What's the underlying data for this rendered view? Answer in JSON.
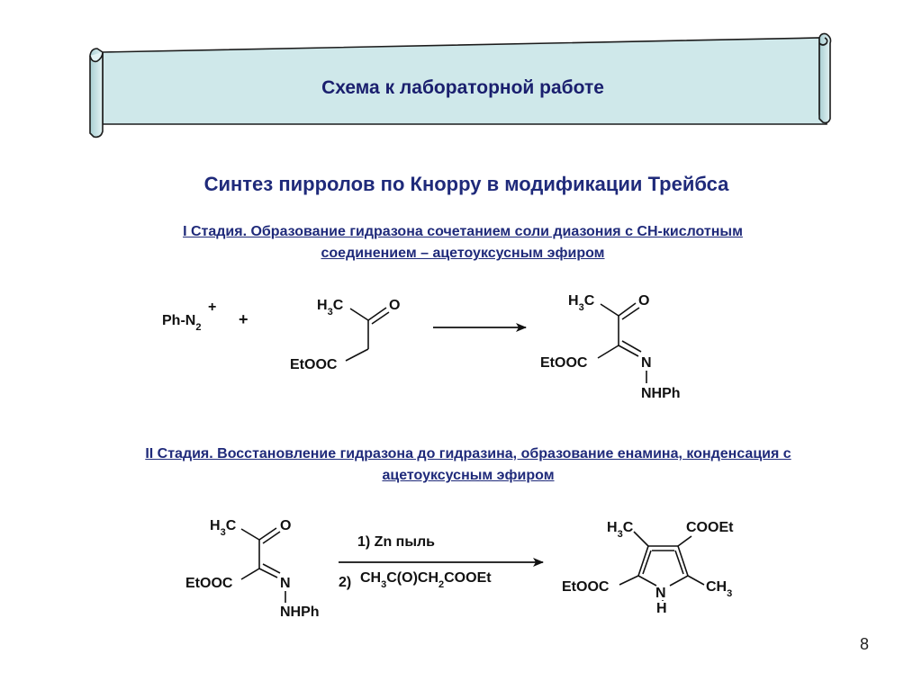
{
  "banner": {
    "title": "Схема к лабораторной работе"
  },
  "subtitle": "Синтез пирролов по Кнорру в модификации Трейбса",
  "stage1": {
    "line1": "I  Стадия. Образование гидразона сочетанием соли диазония с CH-кислотным",
    "line2": "соединением – ацетоуксусным эфиром"
  },
  "stage2": {
    "line1": "II Стадия. Восстановление гидразона до гидразина, образование енамина, конденсация с",
    "line2": "ацетоуксусным эфиром"
  },
  "scheme1": {
    "diazonium": {
      "ph": "Ph-N",
      "sub": "2",
      "charge": "+"
    },
    "plus": "+",
    "reagent": {
      "h": "H",
      "h_sub": "3",
      "c": "C",
      "o": "O",
      "ester": "EtOOC"
    },
    "product": {
      "h": "H",
      "h_sub": "3",
      "c": "C",
      "o": "O",
      "ester": "EtOOC",
      "n": "N",
      "nhph": "NHPh"
    }
  },
  "scheme2": {
    "start": {
      "h": "H",
      "h_sub": "3",
      "c": "C",
      "o": "O",
      "ester": "EtOOC",
      "n": "N",
      "nhph": "NHPh"
    },
    "cond1": "1) Zn пыль",
    "cond2_num": "2)",
    "cond2": {
      "p1": "CH",
      "s1": "3",
      "p2": "C(O)CH",
      "s2": "2",
      "p3": "COOEt"
    },
    "pyrrole": {
      "h": "H",
      "h_sub": "3",
      "c": "C",
      "cooet": "COOEt",
      "ester": "EtOOC",
      "n": "N",
      "nh": "H",
      "ch": "CH",
      "ch_sub": "3"
    }
  },
  "page_number": "8",
  "colors": {
    "banner_fill": "#cfe8ea",
    "banner_stroke": "#1c1c1c",
    "title_color": "#1f2a7a"
  }
}
